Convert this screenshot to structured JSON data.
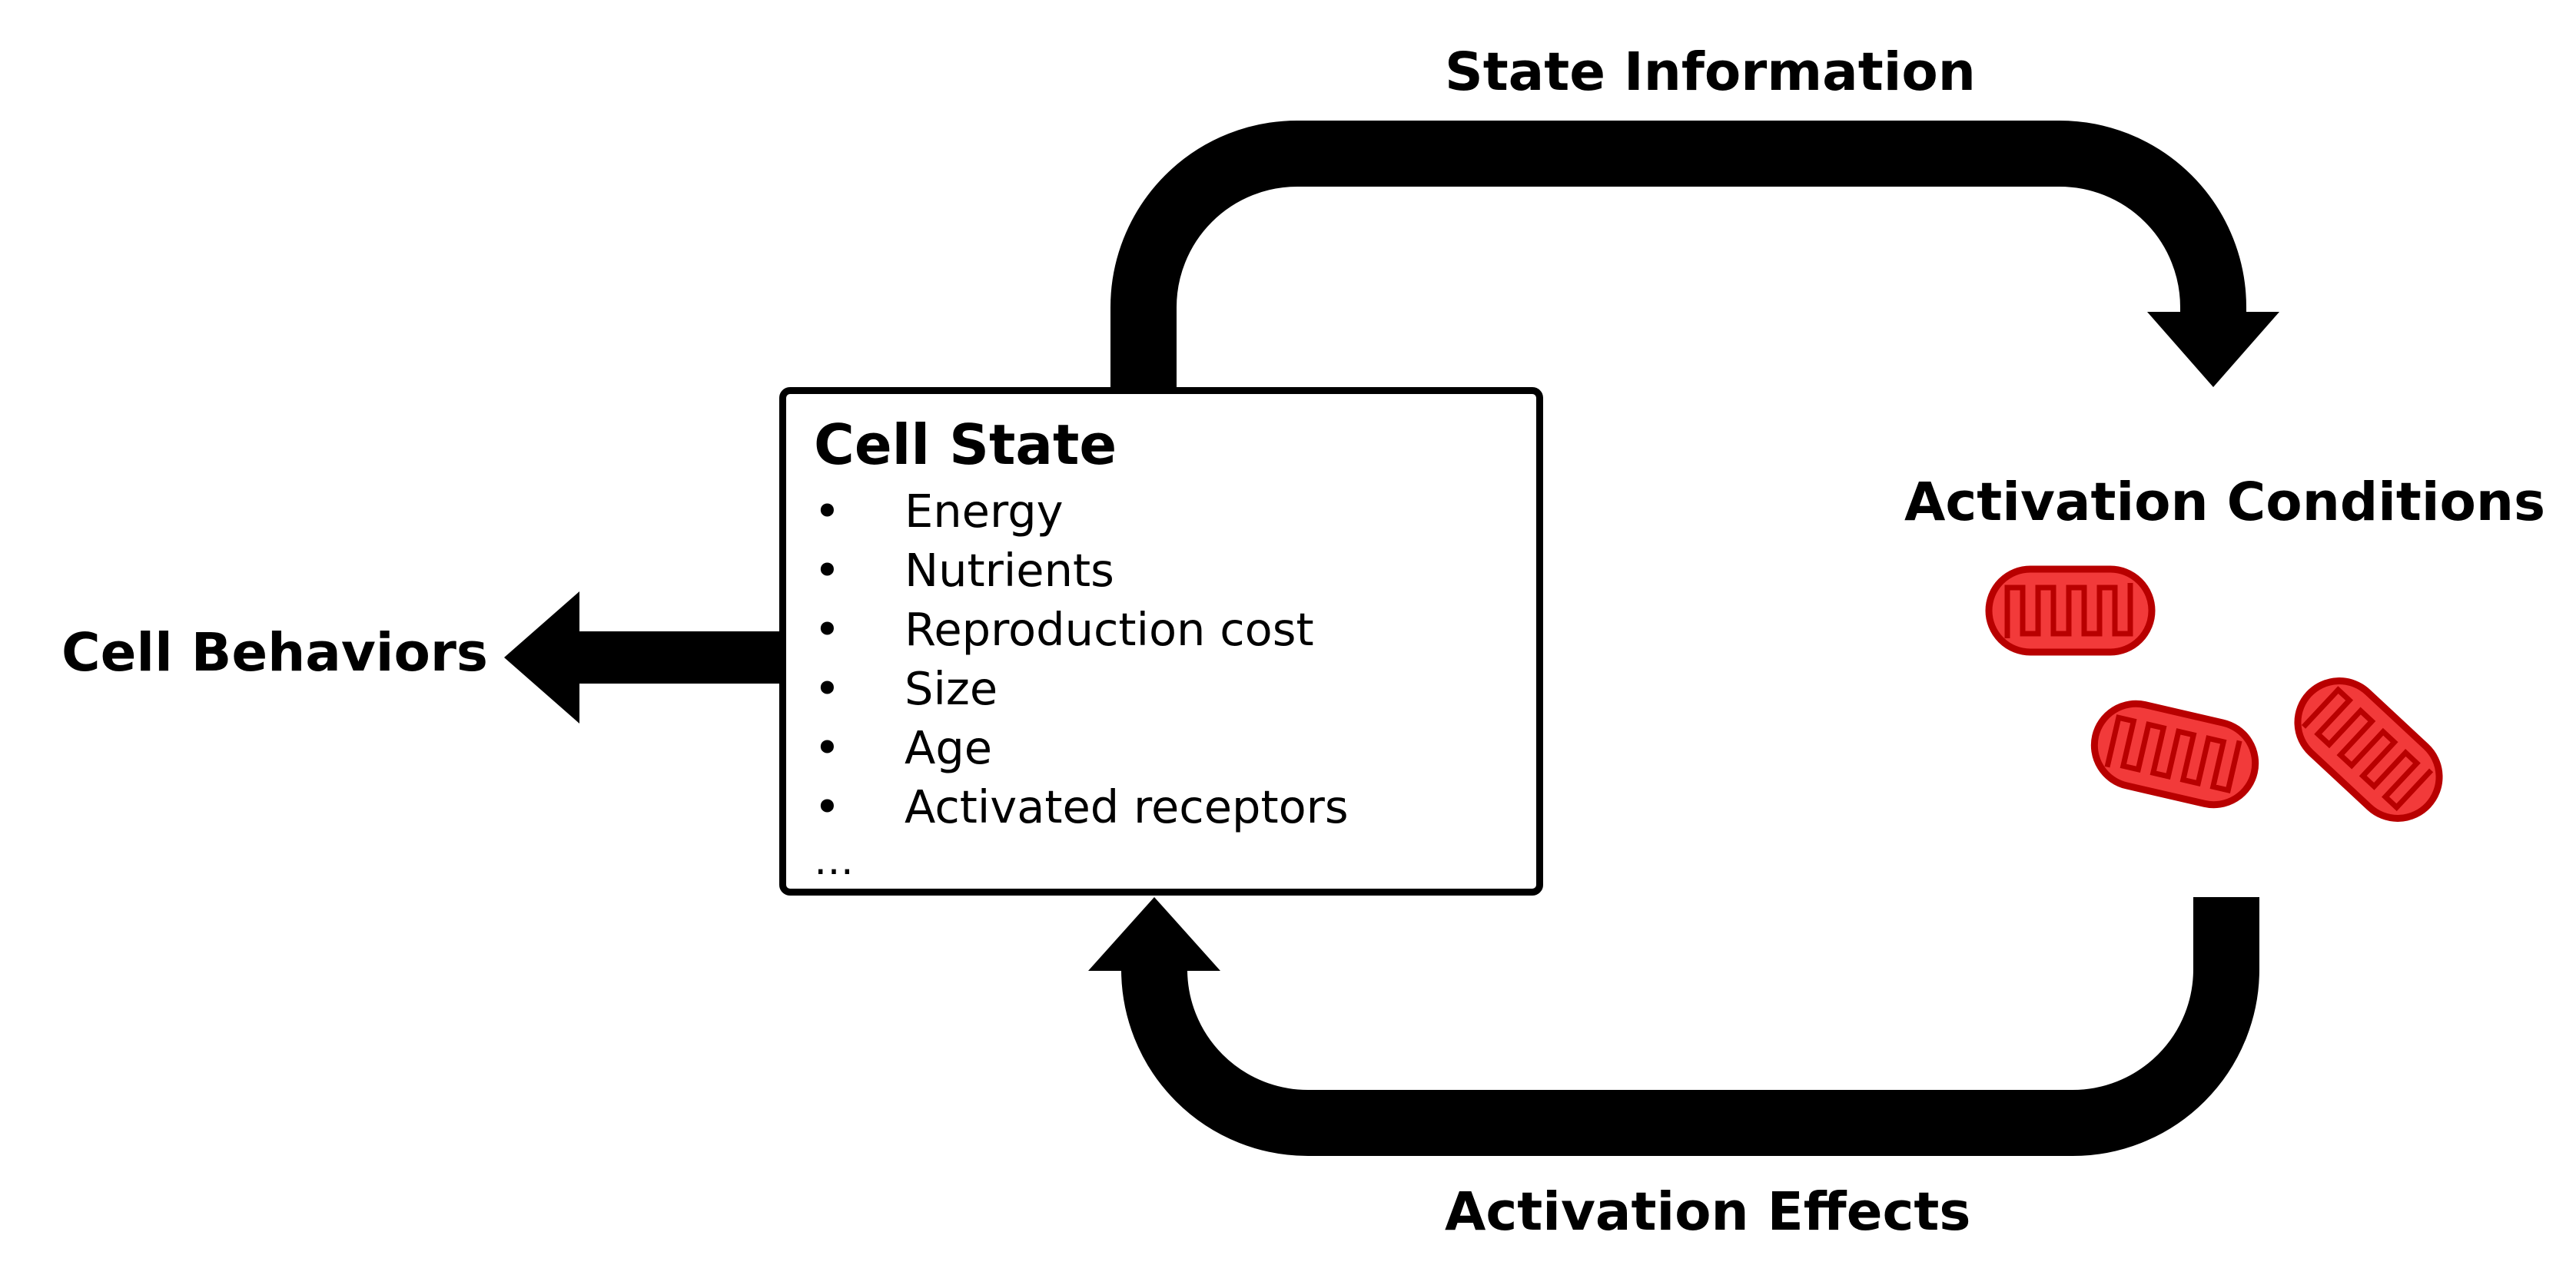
{
  "labels": {
    "state_information": "State Information",
    "activation_conditions": "Activation Conditions",
    "cell_behaviors": "Cell Behaviors",
    "activation_effects": "Activation Effects"
  },
  "cell_state": {
    "title": "Cell State",
    "bullet": "•",
    "items": [
      "Energy",
      "Nutrients",
      "Reproduction cost",
      "Size",
      "Age",
      "Activated receptors"
    ],
    "more": "…"
  },
  "colors": {
    "arrow": "#000000",
    "organelle_fill": "#f23a3a",
    "organelle_stroke": "#b80000"
  },
  "icons": {
    "organelle": "mitochondrion-icon"
  }
}
